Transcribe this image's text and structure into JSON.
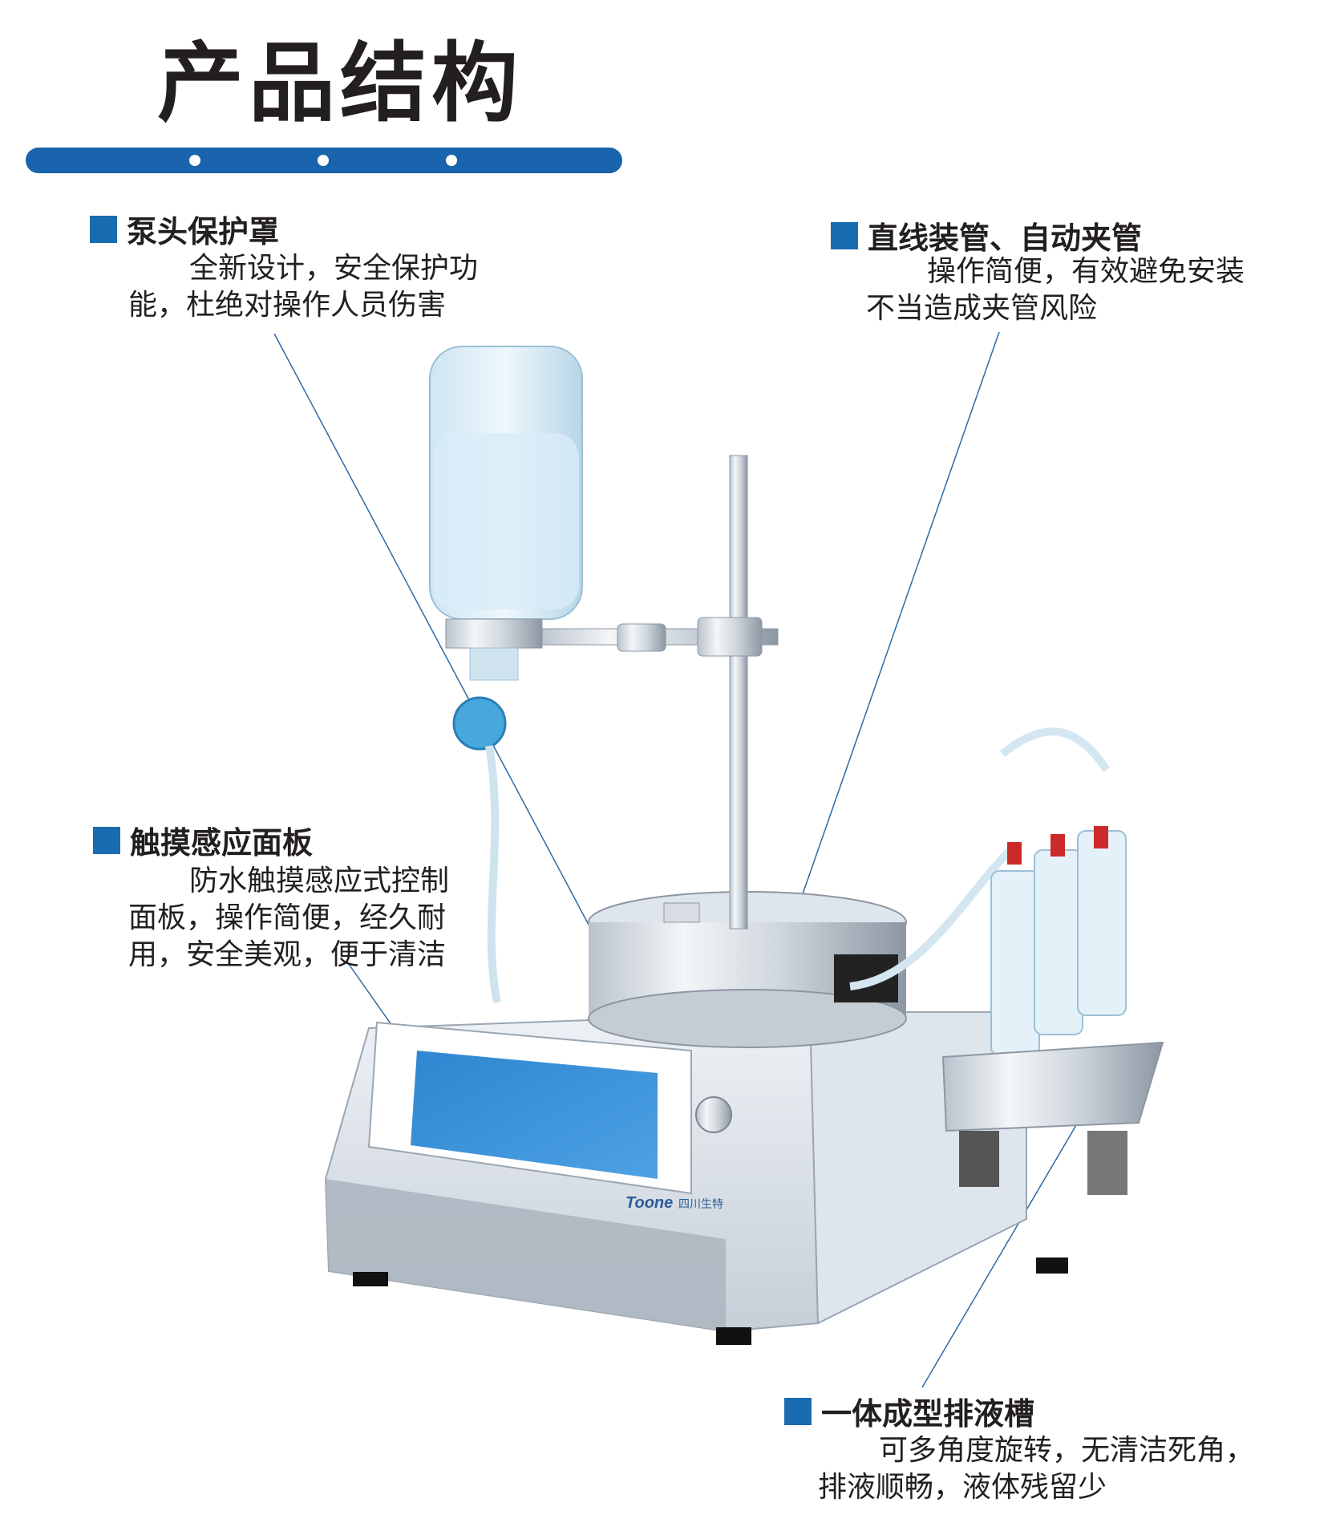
{
  "header": {
    "title": "产品结构"
  },
  "features": [
    {
      "heading": "泵头保护罩",
      "line1": "全新设计，安全保护功",
      "line2": "能，杜绝对操作人员伤害"
    },
    {
      "heading": "直线装管、自动夹管",
      "line1": "操作简便，有效避免安装",
      "line2": "不当造成夹管风险"
    },
    {
      "heading": "触摸感应面板",
      "line1": "防水触摸感应式控制",
      "line2": "面板，操作简便，经久耐",
      "line3": "用，安全美观，便于清洁"
    },
    {
      "heading": "一体成型排液槽",
      "line1": "可多角度旋转，无清洁死角，",
      "line2": "排液顺畅，液体残留少"
    }
  ],
  "device": {
    "brand": "Toone",
    "brand_cn": "四川生特"
  },
  "colors": {
    "accent": "#1a6cb0",
    "bar": "#1a64ad",
    "screen": "#3a8fd6"
  }
}
